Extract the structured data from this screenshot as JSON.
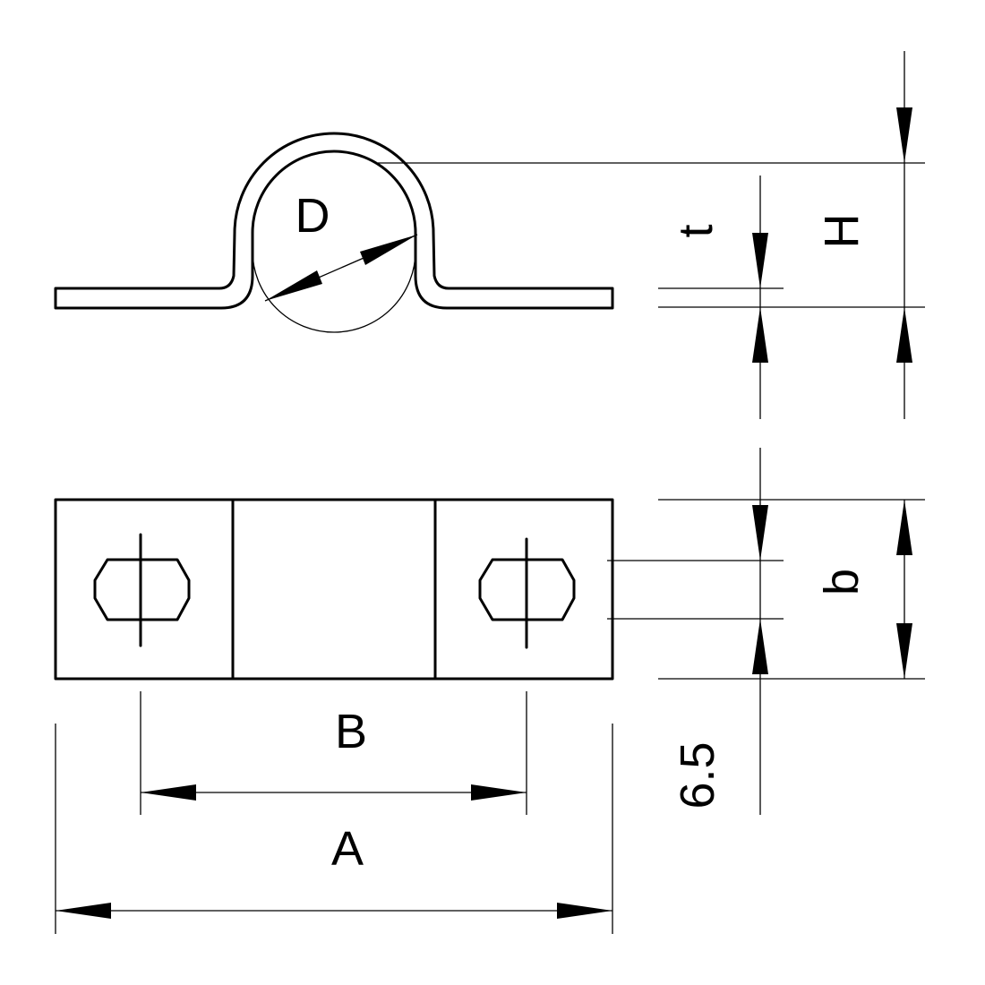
{
  "diagram": {
    "labels": {
      "D": "D",
      "t": "t",
      "H": "H",
      "b": "b",
      "B": "B",
      "A": "A",
      "hole": "6.5"
    },
    "colors": {
      "line": "#000000",
      "background": "#ffffff"
    }
  }
}
